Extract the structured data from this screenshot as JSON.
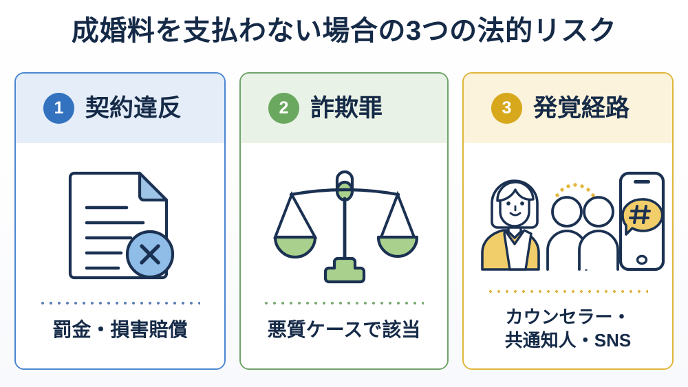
{
  "title": "成婚料を支払わない場合の3つの法的リスク",
  "colors": {
    "title_text": "#152a47",
    "card1_border": "#4a86d0",
    "card1_header_bg": "#e4edf8",
    "card1_badge": "#3272bf",
    "card1_accent": "#8fb8e0",
    "card2_border": "#6fa36a",
    "card2_header_bg": "#e9f2e6",
    "card2_badge": "#6aa85f",
    "card2_accent": "#a9d18d",
    "card3_border": "#e0b63a",
    "card3_header_bg": "#fbf3db",
    "card3_badge": "#d7a81c",
    "card3_accent": "#f2ce6a",
    "line_dark": "#1b3152",
    "page_bg": "#ffffff"
  },
  "cards": [
    {
      "number": "1",
      "heading": "契約違反",
      "icon": "document-x-icon",
      "footer": "罰金・損害賠償"
    },
    {
      "number": "2",
      "heading": "詐欺罪",
      "icon": "scales-of-justice-icon",
      "footer": "悪質ケースで該当"
    },
    {
      "number": "3",
      "heading": "発覚経路",
      "icon": "counselor-people-phone-icon",
      "footer": "カウンセラー・\n共通知人・SNS"
    }
  ]
}
